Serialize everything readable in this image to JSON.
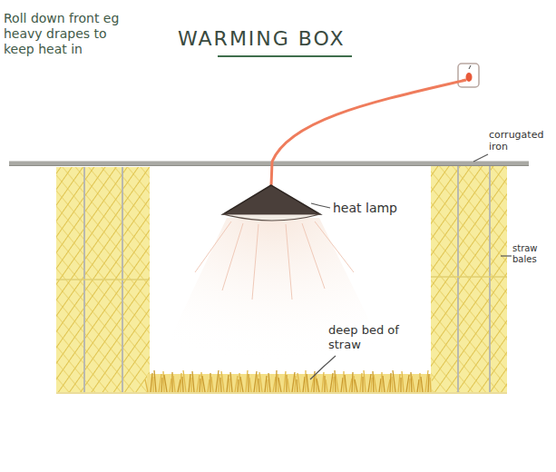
{
  "diagram": {
    "title": "WARMING BOX",
    "labels": [
      "Roll down front eg heavy drapes to keep heat in",
      "heat lamp",
      "deep bed of straw",
      "corrugated iron",
      "straw bales"
    ]
  }
}
